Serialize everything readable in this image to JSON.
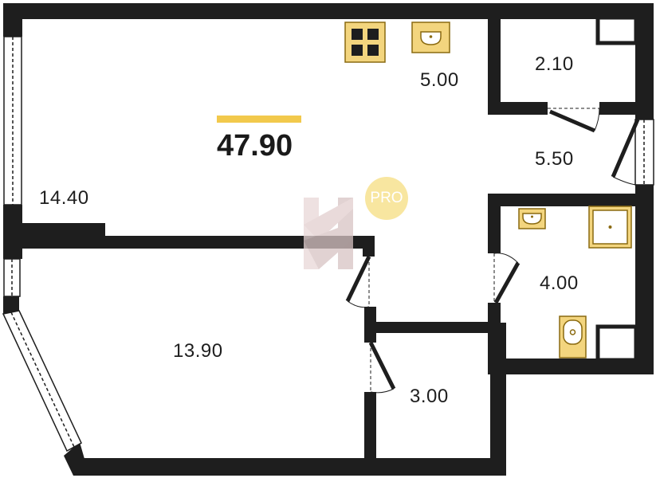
{
  "plan": {
    "total_area": "47.90",
    "badge": "PRO",
    "rooms": [
      {
        "id": "kitchen",
        "area": "5.00"
      },
      {
        "id": "storage",
        "area": "2.10"
      },
      {
        "id": "hall",
        "area": "5.50"
      },
      {
        "id": "living",
        "area": "14.40"
      },
      {
        "id": "bathroom",
        "area": "4.00"
      },
      {
        "id": "bedroom",
        "area": "13.90"
      },
      {
        "id": "closet",
        "area": "3.00"
      }
    ],
    "colors": {
      "wall": "#1e1e1e",
      "fixture_fill": "#f3d57e",
      "fixture_stroke": "#8a6a10",
      "accent": "#f2c94c",
      "badge_bg": "#f8e6a0",
      "watermark": "#e6d6d6"
    }
  }
}
